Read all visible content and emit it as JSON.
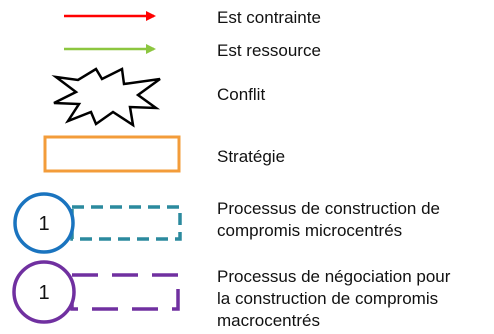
{
  "legend": {
    "items": [
      {
        "id": "constraint",
        "label": "Est contrainte",
        "symbol": "red-arrow",
        "color": "#ff0000"
      },
      {
        "id": "resource",
        "label": "Est ressource",
        "symbol": "green-arrow",
        "color": "#8cc63f"
      },
      {
        "id": "conflict",
        "label": "Conflit",
        "symbol": "explosion-burst-icon",
        "color": "#000000"
      },
      {
        "id": "strategy",
        "label": "Stratégie",
        "symbol": "orange-rectangle",
        "color": "#f39c3a"
      },
      {
        "id": "micro",
        "label_lines": [
          "Processus de construction de",
          "compromis microcentrés"
        ],
        "symbol": "blue-circle-with-dashed-box",
        "badge": "1",
        "circle_color": "#1a74bf",
        "dash_color": "#2b8a9e"
      },
      {
        "id": "macro",
        "label_lines": [
          "Processus de négociation pour",
          "la construction de compromis",
          "macrocentrés"
        ],
        "symbol": "purple-circle-with-dashed-box",
        "badge": "1",
        "color": "#7030a0"
      }
    ]
  }
}
